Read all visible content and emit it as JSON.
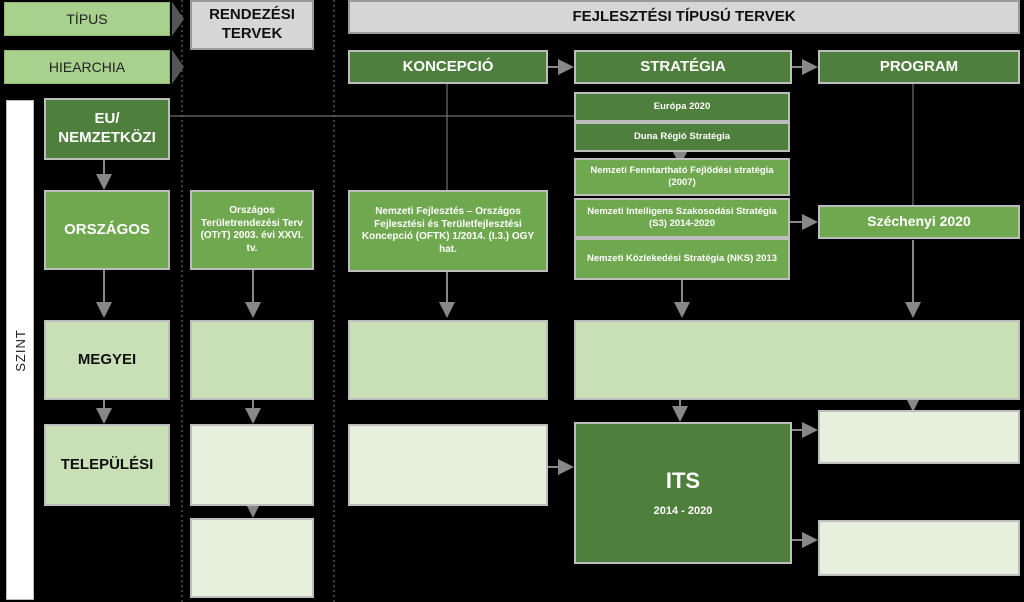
{
  "labels": {
    "tipus": "TÍPUS",
    "hiearchia": "HIEARCHIA",
    "szint": "SZINT",
    "rendezesi": "RENDEZÉSI TERVEK",
    "fejlesztesi": "FEJLESZTÉSI TÍPUSÚ TERVEK",
    "koncepcio": "KONCEPCIÓ",
    "strategia": "STRATÉGIA",
    "program": "PROGRAM"
  },
  "levels": {
    "eu": "EU/ NEMZETKÖZI",
    "orszagos": "ORSZÁGOS",
    "megyei": "MEGYEI",
    "telepulesi": "TELEPÜLÉSI"
  },
  "boxes": {
    "otrt": "Országos Területrendezési Terv (OTrT) 2003. évi XXVI. tv.",
    "oftk": "Nemzeti Fejlesztés – Országos Fejlesztési és Területfejlesztési Koncepció (OFTK) 1/2014. (I.3.) OGY hat.",
    "europa": "Európa 2020",
    "duna": "Duna Régió Stratégia",
    "nfs": "Nemzeti Fenntartható Fejlődési stratégia (2007)",
    "s3": "Nemzeti Intelligens Szakosodási Stratégia (S3) 2014-2020",
    "nks": "Nemzeti Közlekedési Stratégia (NKS) 2013",
    "szechenyi": "Széchenyi 2020",
    "its_title": "ITS",
    "its_years": "2014 - 2020"
  },
  "colors": {
    "dark_green": "#4f7f3c",
    "mid_green": "#6fa84f",
    "pale_green": "#c9e0b6",
    "header_grey": "#d6d6d6"
  }
}
